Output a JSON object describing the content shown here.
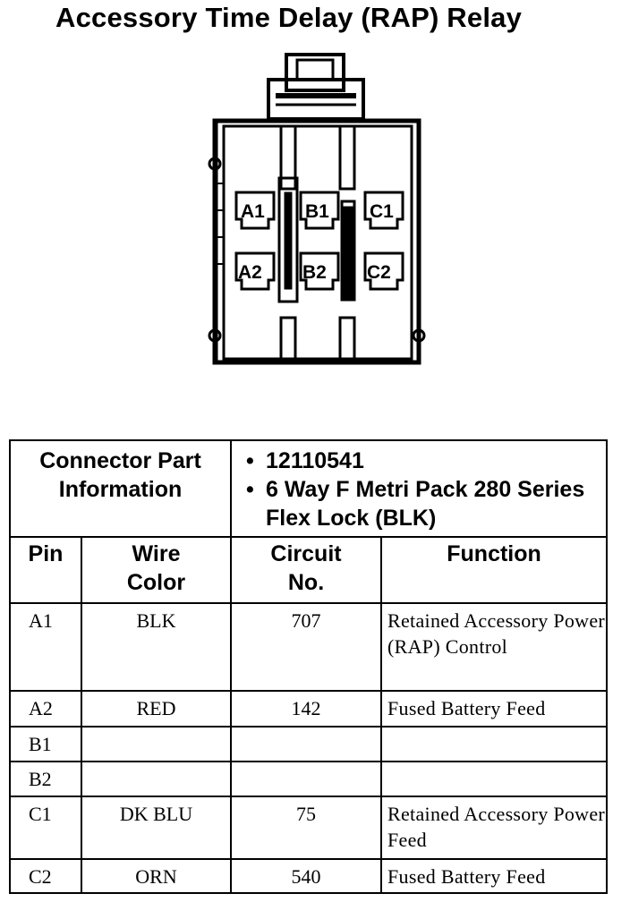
{
  "title": "Accessory Time Delay (RAP) Relay",
  "connector_pins": [
    "A1",
    "B1",
    "C1",
    "A2",
    "B2",
    "C2"
  ],
  "connector_info": {
    "label": "Connector Part Information",
    "items": [
      "12110541",
      "6 Way F Metri Pack 280 Series Flex Lock (BLK)"
    ]
  },
  "table": {
    "headers": {
      "pin": "Pin",
      "wire_color": "Wire Color",
      "circuit": "Circuit No.",
      "function": "Function"
    },
    "rows": [
      {
        "pin": "A1",
        "wire_color": "BLK",
        "circuit": "707",
        "function": "Retained Accessory Power (RAP) Control"
      },
      {
        "pin": "A2",
        "wire_color": "RED",
        "circuit": "142",
        "function": "Fused Battery Feed"
      },
      {
        "pin": "B1",
        "wire_color": "",
        "circuit": "",
        "function": ""
      },
      {
        "pin": "B2",
        "wire_color": "",
        "circuit": "",
        "function": ""
      },
      {
        "pin": "C1",
        "wire_color": "DK BLU",
        "circuit": "75",
        "function": "Retained Accessory Power Feed"
      },
      {
        "pin": "C2",
        "wire_color": "ORN",
        "circuit": "540",
        "function": "Fused Battery Feed"
      }
    ]
  }
}
